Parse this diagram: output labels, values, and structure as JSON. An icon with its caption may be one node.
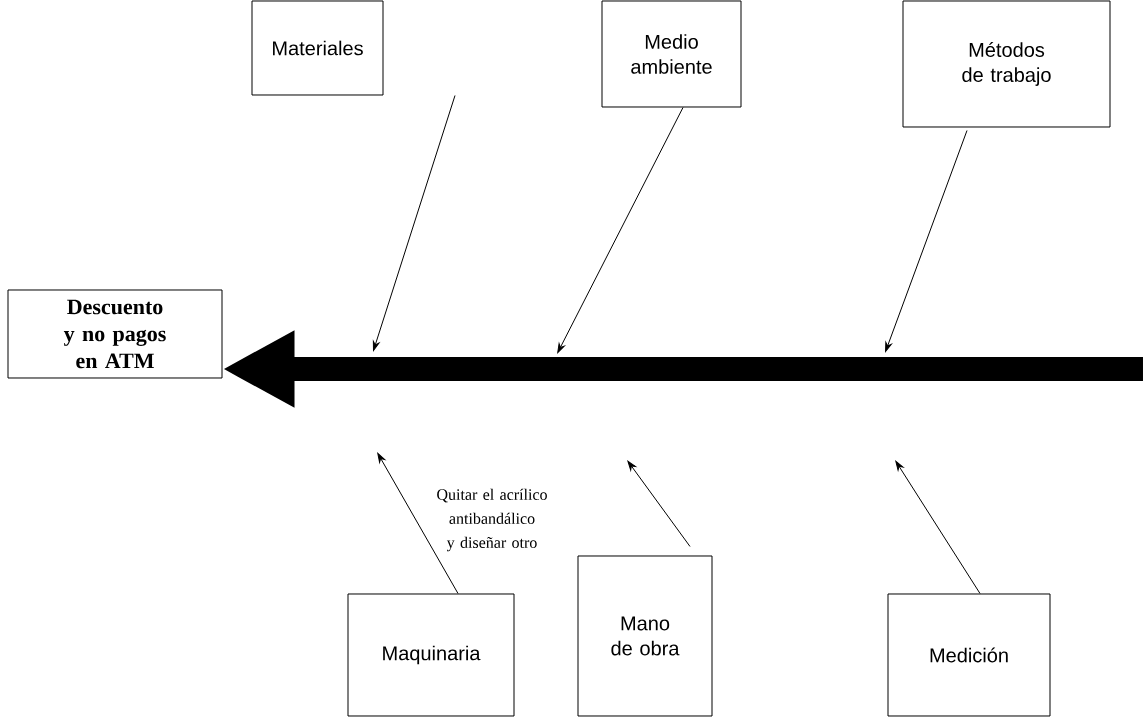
{
  "diagram": {
    "nodes": [
      {
        "text": [
          "Descuento y no pagos en ATM"
        ]
      },
      {
        "text": [
          "Materiales"
        ]
      },
      {
        "text": [
          "Medio ambiente"
        ]
      },
      {
        "text": [
          "Métodos de trabajo"
        ]
      },
      {
        "text": [
          "Maquinaria"
        ]
      },
      {
        "text": [
          "Mano de obra"
        ]
      },
      {
        "text": [
          "Medición"
        ]
      }
    ],
    "edges": [
      {
        "from": null,
        "to": 0,
        "arrow": "to",
        "style": "thick"
      },
      {
        "from": 1,
        "to": null,
        "arrow": "to"
      },
      {
        "from": 2,
        "to": null,
        "arrow": "to"
      },
      {
        "from": 3,
        "to": null,
        "arrow": "to"
      },
      {
        "from": 4,
        "to": null,
        "arrow": "to"
      },
      {
        "from": 5,
        "to": null,
        "arrow": "to"
      },
      {
        "from": 6,
        "to": null,
        "arrow": "to"
      }
    ],
    "labels": [
      "Quitar el acrílico antibandálico y diseñar otro"
    ]
  }
}
